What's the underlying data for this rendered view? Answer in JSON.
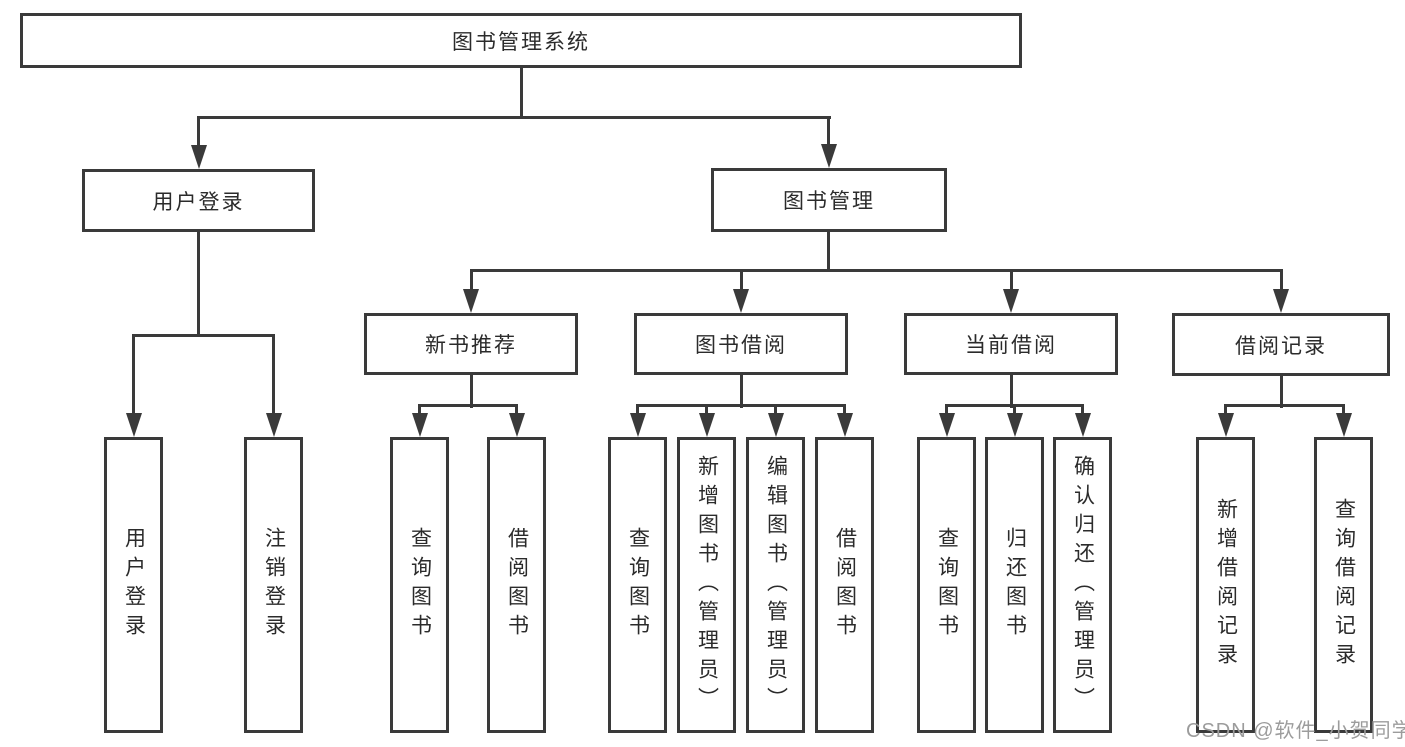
{
  "diagram": {
    "title": "图书管理系统",
    "nodes": [
      {
        "id": "root",
        "label": "图书管理系统",
        "level": 1,
        "parent": null
      },
      {
        "id": "user-login",
        "label": "用户登录",
        "level": 2,
        "parent": "root"
      },
      {
        "id": "book-mgmt",
        "label": "图书管理",
        "level": 2,
        "parent": "root"
      },
      {
        "id": "new-book-rec",
        "label": "新书推荐",
        "level": 3,
        "parent": "book-mgmt"
      },
      {
        "id": "book-borrow",
        "label": "图书借阅",
        "level": 3,
        "parent": "book-mgmt"
      },
      {
        "id": "current-borrow",
        "label": "当前借阅",
        "level": 3,
        "parent": "book-mgmt"
      },
      {
        "id": "borrow-records",
        "label": "借阅记录",
        "level": 3,
        "parent": "book-mgmt"
      },
      {
        "id": "leaf-user-login",
        "label": "用户登录",
        "level": 4,
        "parent": "user-login"
      },
      {
        "id": "leaf-logout",
        "label": "注销登录",
        "level": 4,
        "parent": "user-login"
      },
      {
        "id": "leaf-query-book-1",
        "label": "查询图书",
        "level": 4,
        "parent": "new-book-rec"
      },
      {
        "id": "leaf-borrow-book-1",
        "label": "借阅图书",
        "level": 4,
        "parent": "new-book-rec"
      },
      {
        "id": "leaf-query-book-2",
        "label": "查询图书",
        "level": 4,
        "parent": "book-borrow"
      },
      {
        "id": "leaf-add-book",
        "label": "新增图书（管理员）",
        "level": 4,
        "parent": "book-borrow"
      },
      {
        "id": "leaf-edit-book",
        "label": "编辑图书（管理员）",
        "level": 4,
        "parent": "book-borrow"
      },
      {
        "id": "leaf-borrow-book-2",
        "label": "借阅图书",
        "level": 4,
        "parent": "book-borrow"
      },
      {
        "id": "leaf-query-book-3",
        "label": "查询图书",
        "level": 4,
        "parent": "current-borrow"
      },
      {
        "id": "leaf-return-book",
        "label": "归还图书",
        "level": 4,
        "parent": "current-borrow"
      },
      {
        "id": "leaf-confirm-return",
        "label": "确认归还（管理员）",
        "level": 4,
        "parent": "current-borrow"
      },
      {
        "id": "leaf-add-record",
        "label": "新增借阅记录",
        "level": 4,
        "parent": "borrow-records"
      },
      {
        "id": "leaf-query-record",
        "label": "查询借阅记录",
        "level": 4,
        "parent": "borrow-records"
      }
    ]
  },
  "watermark": {
    "text": "CSDN @软件_小贺同学",
    "color": "#9c9c9c"
  },
  "colors": {
    "line": "#3a3a3a",
    "box_border": "#3a3a3a",
    "box_background": "#ffffff",
    "text": "#2b2b2b",
    "page_background": "#ffffff"
  }
}
